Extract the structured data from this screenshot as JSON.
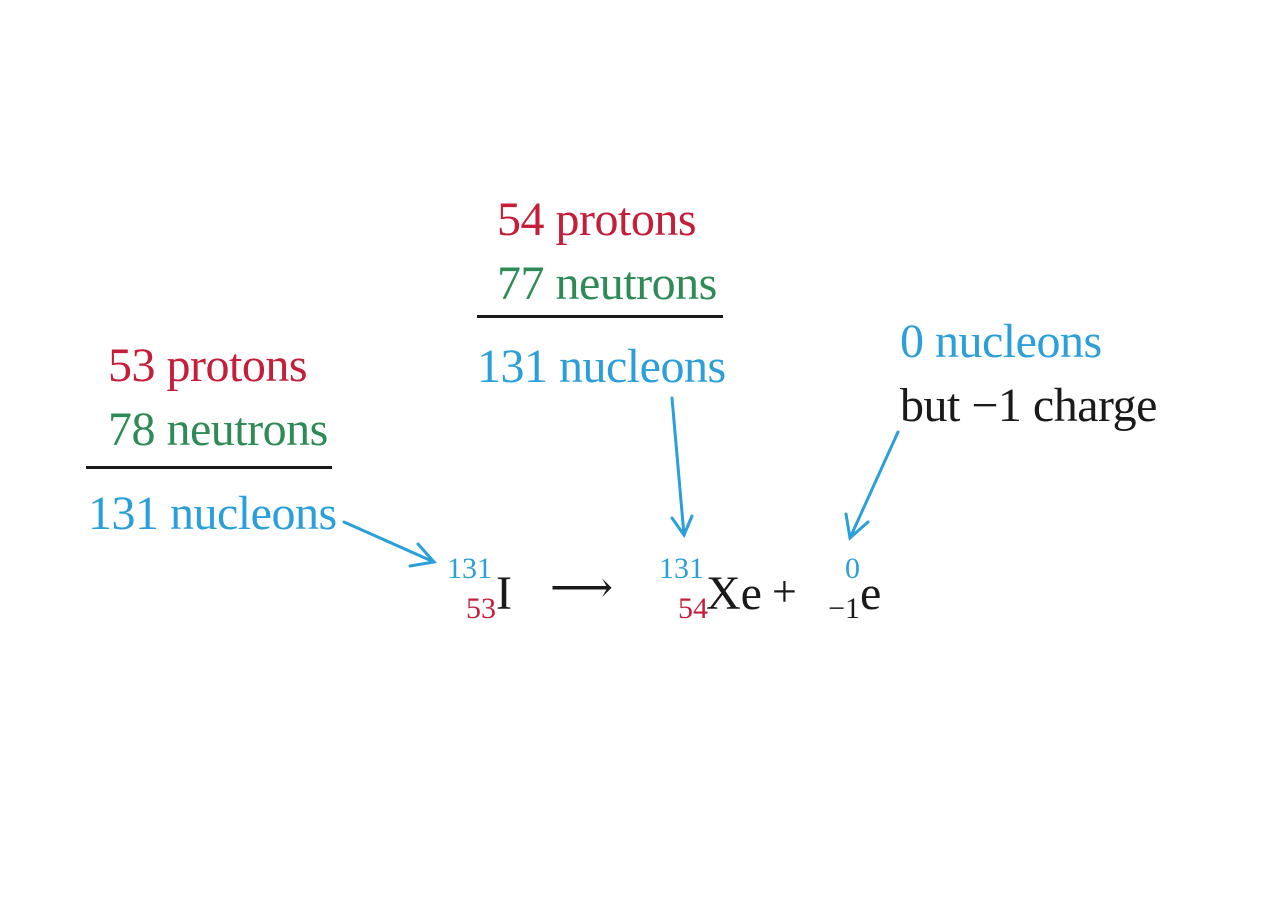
{
  "reactant_annotation": {
    "protons": "53 protons",
    "neutrons": "78 neutrons",
    "nucleons": "131 nucleons"
  },
  "product_annotation": {
    "protons": "54 protons",
    "neutrons": "77 neutrons",
    "nucleons": "131 nucleons"
  },
  "electron_annotation": {
    "nucleons": "0 nucleons",
    "charge": "but −1 charge"
  },
  "equation": {
    "reactant": {
      "mass": "131",
      "atomic": "53",
      "symbol": "I"
    },
    "arrow": "⟶",
    "product": {
      "mass": "131",
      "atomic": "54",
      "symbol": "Xe"
    },
    "plus": "+",
    "particle": {
      "mass": "0",
      "atomic": "−1",
      "symbol": "e"
    }
  },
  "colors": {
    "protons": "#c41e3a",
    "neutrons": "#2e8b57",
    "nucleons": "#2b9fd9",
    "text": "#1a1a1a",
    "arrow": "#2b9fd9"
  }
}
